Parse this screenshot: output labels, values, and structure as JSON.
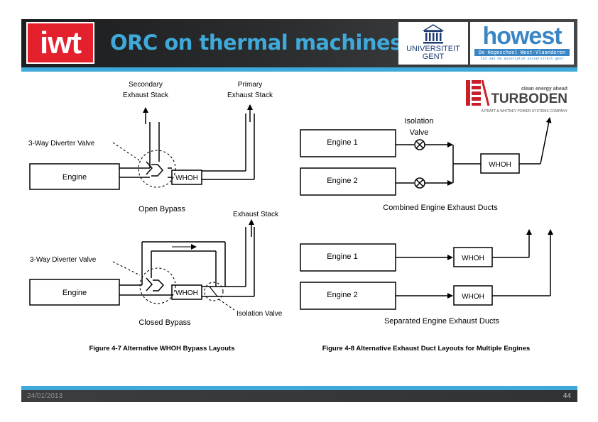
{
  "header": {
    "iwt_logo_text": "iwt",
    "title": "ORC on thermal machines",
    "ugent_logo": {
      "line1": "UNIVERSITEIT",
      "line2": "GENT"
    },
    "howest_logo": {
      "word": "howest",
      "tagline": "De Hogeschool West-Vlaanderen",
      "subline": "lid van de associatie universiteit gent"
    }
  },
  "turboden_logo": {
    "slogan": "clean energy ahead",
    "name": "TURBODEN",
    "company": "A PRATT & WHITNEY POWER SYSTEMS COMPANY"
  },
  "figure_left": {
    "open": {
      "secondary_stack": [
        "Secondary",
        "Exhaust Stack"
      ],
      "primary_stack": [
        "Primary",
        "Exhaust Stack"
      ],
      "valve_label": "3-Way Diverter Valve",
      "engine": "Engine",
      "whoh": "WHOH",
      "caption": "Open Bypass"
    },
    "closed": {
      "stack": "Exhaust Stack",
      "valve_label": "3-Way Diverter Valve",
      "engine": "Engine",
      "whoh": "WHOH",
      "isolation_valve": "Isolation Valve",
      "caption": "Closed Bypass"
    },
    "figure_caption": "Figure 4-7 Alternative WHOH Bypass Layouts"
  },
  "figure_right": {
    "combined": {
      "isolation_valve": [
        "Isolation",
        "Valve"
      ],
      "engine1": "Engine 1",
      "engine2": "Engine 2",
      "whoh": "WHOH",
      "caption": "Combined Engine Exhaust Ducts"
    },
    "separated": {
      "engine1": "Engine 1",
      "engine2": "Engine 2",
      "whoh1": "WHOH",
      "whoh2": "WHOH",
      "caption": "Separated Engine Exhaust Ducts"
    },
    "figure_caption": "Figure 4-8 Alternative Exhaust Duct Layouts for Multiple Engines"
  },
  "footer": {
    "date": "24/01/2013",
    "page_number": "44"
  },
  "colors": {
    "accent_blue": "#3fa9da",
    "iwt_red": "#e4202d",
    "turboden_red": "#c8202a"
  }
}
